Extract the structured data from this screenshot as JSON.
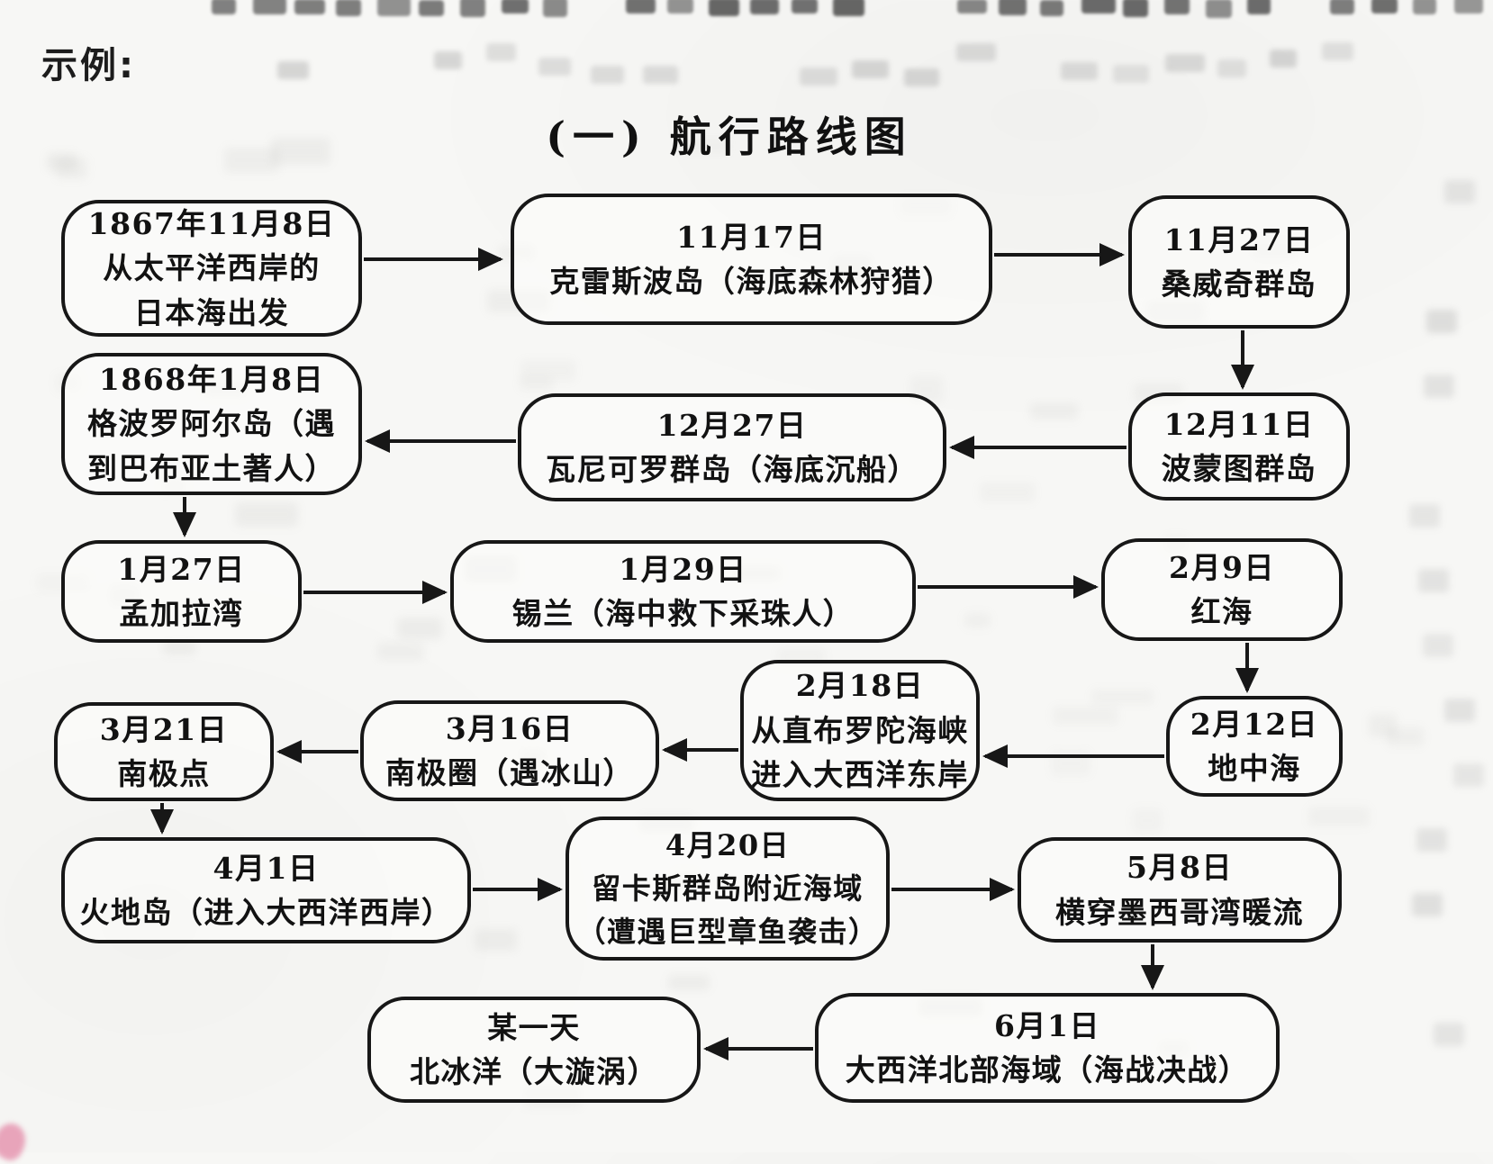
{
  "page": {
    "example_label": "示例:",
    "title": "(一) 航行路线图"
  },
  "colors": {
    "ink": "#171717",
    "paper": "#f7f7f5",
    "scan_artifact_pink": "#e48aa8"
  },
  "flowchart": {
    "nodes": [
      {
        "id": "n1",
        "lines": [
          "1867年11月8日",
          "从太平洋西岸的",
          "日本海出发"
        ]
      },
      {
        "id": "n2",
        "lines": [
          "11月17日",
          "克雷斯波岛（海底森林狩猎）"
        ]
      },
      {
        "id": "n3",
        "lines": [
          "11月27日",
          "桑威奇群岛"
        ]
      },
      {
        "id": "n4",
        "lines": [
          "12月11日",
          "波蒙图群岛"
        ]
      },
      {
        "id": "n5",
        "lines": [
          "12月27日",
          "瓦尼可罗群岛（海底沉船）"
        ]
      },
      {
        "id": "n6",
        "lines": [
          "1868年1月8日",
          "格波罗阿尔岛（遇",
          "到巴布亚土著人）"
        ]
      },
      {
        "id": "n7",
        "lines": [
          "1月27日",
          "孟加拉湾"
        ]
      },
      {
        "id": "n8",
        "lines": [
          "1月29日",
          "锡兰（海中救下采珠人）"
        ]
      },
      {
        "id": "n9",
        "lines": [
          "2月9日",
          "红海"
        ]
      },
      {
        "id": "n10",
        "lines": [
          "2月12日",
          "地中海"
        ]
      },
      {
        "id": "n11",
        "lines": [
          "2月18日",
          "从直布罗陀海峡",
          "进入大西洋东岸"
        ]
      },
      {
        "id": "n12",
        "lines": [
          "3月16日",
          "南极圈（遇冰山）"
        ]
      },
      {
        "id": "n13",
        "lines": [
          "3月21日",
          "南极点"
        ]
      },
      {
        "id": "n14",
        "lines": [
          "4月1日",
          "火地岛（进入大西洋西岸）"
        ]
      },
      {
        "id": "n15",
        "lines": [
          "4月20日",
          "留卡斯群岛附近海域",
          "（遭遇巨型章鱼袭击）"
        ]
      },
      {
        "id": "n16",
        "lines": [
          "5月8日",
          "横穿墨西哥湾暖流"
        ]
      },
      {
        "id": "n17",
        "lines": [
          "6月1日",
          "大西洋北部海域（海战决战）"
        ]
      },
      {
        "id": "n18",
        "lines": [
          "某一天",
          "北冰洋（大漩涡）"
        ]
      }
    ],
    "connections": [
      {
        "from": "n1",
        "to": "n2"
      },
      {
        "from": "n2",
        "to": "n3"
      },
      {
        "from": "n3",
        "to": "n4"
      },
      {
        "from": "n4",
        "to": "n5"
      },
      {
        "from": "n5",
        "to": "n6"
      },
      {
        "from": "n6",
        "to": "n7"
      },
      {
        "from": "n7",
        "to": "n8"
      },
      {
        "from": "n8",
        "to": "n9"
      },
      {
        "from": "n9",
        "to": "n10"
      },
      {
        "from": "n10",
        "to": "n11"
      },
      {
        "from": "n11",
        "to": "n12"
      },
      {
        "from": "n12",
        "to": "n13"
      },
      {
        "from": "n13",
        "to": "n14"
      },
      {
        "from": "n14",
        "to": "n15"
      },
      {
        "from": "n15",
        "to": "n16"
      },
      {
        "from": "n16",
        "to": "n17"
      },
      {
        "from": "n17",
        "to": "n18"
      }
    ]
  }
}
